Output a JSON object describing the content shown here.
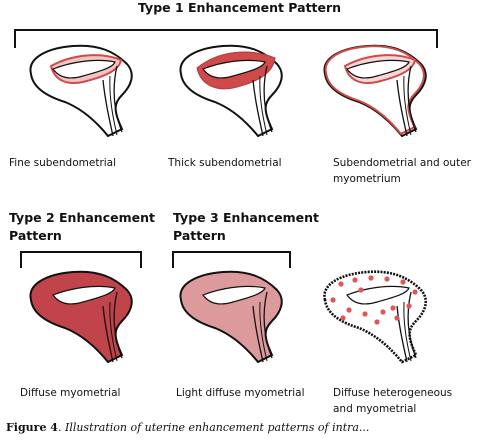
{
  "headings": {
    "type1": "Type 1 Enhancement Pattern",
    "type2_line1": "Type 2 Enhancement",
    "type2_line2": "Pattern",
    "type3_line1": "Type 3 Enhancement",
    "type3_line2": "Pattern"
  },
  "captions": {
    "fine": "Fine subendometrial",
    "thick": "Thick subendometrial",
    "outer_line1": "Subendometrial and outer",
    "outer_line2": "myometrium",
    "diffuse": "Diffuse myometrial",
    "light_diffuse": "Light diffuse myometrial",
    "hetero_line1": "Diffuse heterogeneous",
    "hetero_line2": "and myometrial"
  },
  "figure_caption": {
    "label": "Figure 4",
    "text": "Illustration of uterine enhancement patterns of intra..."
  },
  "colors": {
    "outline": "#111111",
    "enhancement_red": "#cf4a4a",
    "diffuse_red": "#c1444a",
    "light_pink": "#dc9a9c",
    "dot_red": "#e05555"
  }
}
